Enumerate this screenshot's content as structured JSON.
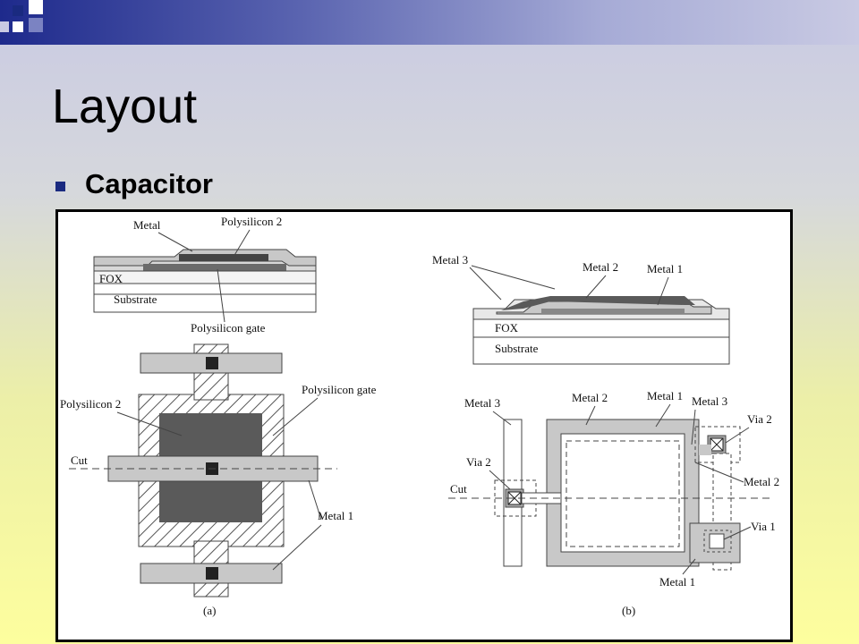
{
  "slide": {
    "title": "Layout",
    "bullet": "Capacitor"
  },
  "figure": {
    "a": {
      "caption": "(a)",
      "labels": {
        "metal": "Metal",
        "poly2_top": "Polysilicon 2",
        "fox": "FOX",
        "substrate": "Substrate",
        "poly_gate_top": "Polysilicon gate",
        "poly2_side": "Polysilicon 2",
        "poly_gate_side": "Polysilicon gate",
        "cut": "Cut",
        "metal1": "Metal 1"
      }
    },
    "b": {
      "caption": "(b)",
      "labels": {
        "metal3_top": "Metal 3",
        "metal2_top": "Metal 2",
        "metal1_top": "Metal 1",
        "fox": "FOX",
        "substrate": "Substrate",
        "metal3_left": "Metal 3",
        "metal2_mid": "Metal 2",
        "metal1_mid": "Metal 1",
        "metal3_right": "Metal 3",
        "via2_right": "Via 2",
        "via2_left": "Via 2",
        "cut": "Cut",
        "metal2_right": "Metal 2",
        "via1": "Via 1",
        "metal1_bottom": "Metal 1"
      }
    }
  },
  "colors": {
    "nav_dark": "#1a2a80",
    "figure_border": "#000000",
    "metal_gray": "#c8c8c8",
    "poly_dark": "#5a5a5a"
  }
}
